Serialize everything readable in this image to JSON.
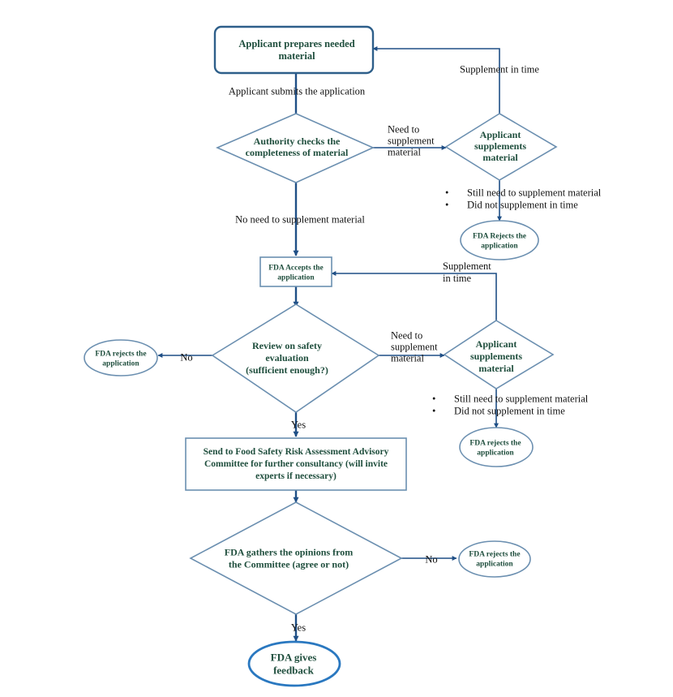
{
  "colors": {
    "node_text": "#1f4e3d",
    "arrow": "#1f4f86",
    "node_border": "#6b8fb0",
    "node_border_bold": "#2e5f8a",
    "label_text": "#111111"
  },
  "nodes": {
    "prepare": [
      "Applicant prepares needed",
      "material"
    ],
    "check": [
      "Authority checks the",
      "completeness of material"
    ],
    "supplement1": [
      "Applicant",
      "supplements",
      "material"
    ],
    "reject1": [
      "FDA Rejects the",
      "application"
    ],
    "accept": [
      "FDA Accepts the",
      "application"
    ],
    "review": [
      "Review on safety",
      "evaluation",
      "(sufficient enough?)"
    ],
    "reject_left": [
      "FDA rejects the",
      "application"
    ],
    "supplement2": [
      "Applicant",
      "supplements",
      "material"
    ],
    "reject2": [
      "FDA rejects the",
      "application"
    ],
    "committee": [
      "Send to Food Safety Risk Assessment Advisory",
      "Committee for further consultancy (will invite",
      "experts if necessary)"
    ],
    "gather": [
      "FDA gathers the opinions from",
      "the Committee (agree or not)"
    ],
    "reject3": [
      "FDA rejects the",
      "application"
    ],
    "feedback": [
      "FDA gives",
      "feedback"
    ]
  },
  "labels": {
    "submit": [
      "Applicant submits the application"
    ],
    "supp_time_1": [
      "Supplement in time"
    ],
    "need1": [
      "Need to",
      "supplement",
      "material"
    ],
    "no_need": [
      "No need to supplement material"
    ],
    "supp_time_2": [
      "Supplement",
      "in time"
    ],
    "need2": [
      "Need to",
      "supplement",
      "material"
    ],
    "no_review": [
      "No"
    ],
    "yes_review": [
      "Yes"
    ],
    "no_gather": [
      "No"
    ],
    "yes_gather": [
      "Yes"
    ]
  },
  "conditions": {
    "cond1": [
      "Still need to supplement material",
      "Did not supplement in time"
    ],
    "cond2": [
      "Still need to supplement material",
      "Did not supplement in time"
    ]
  }
}
